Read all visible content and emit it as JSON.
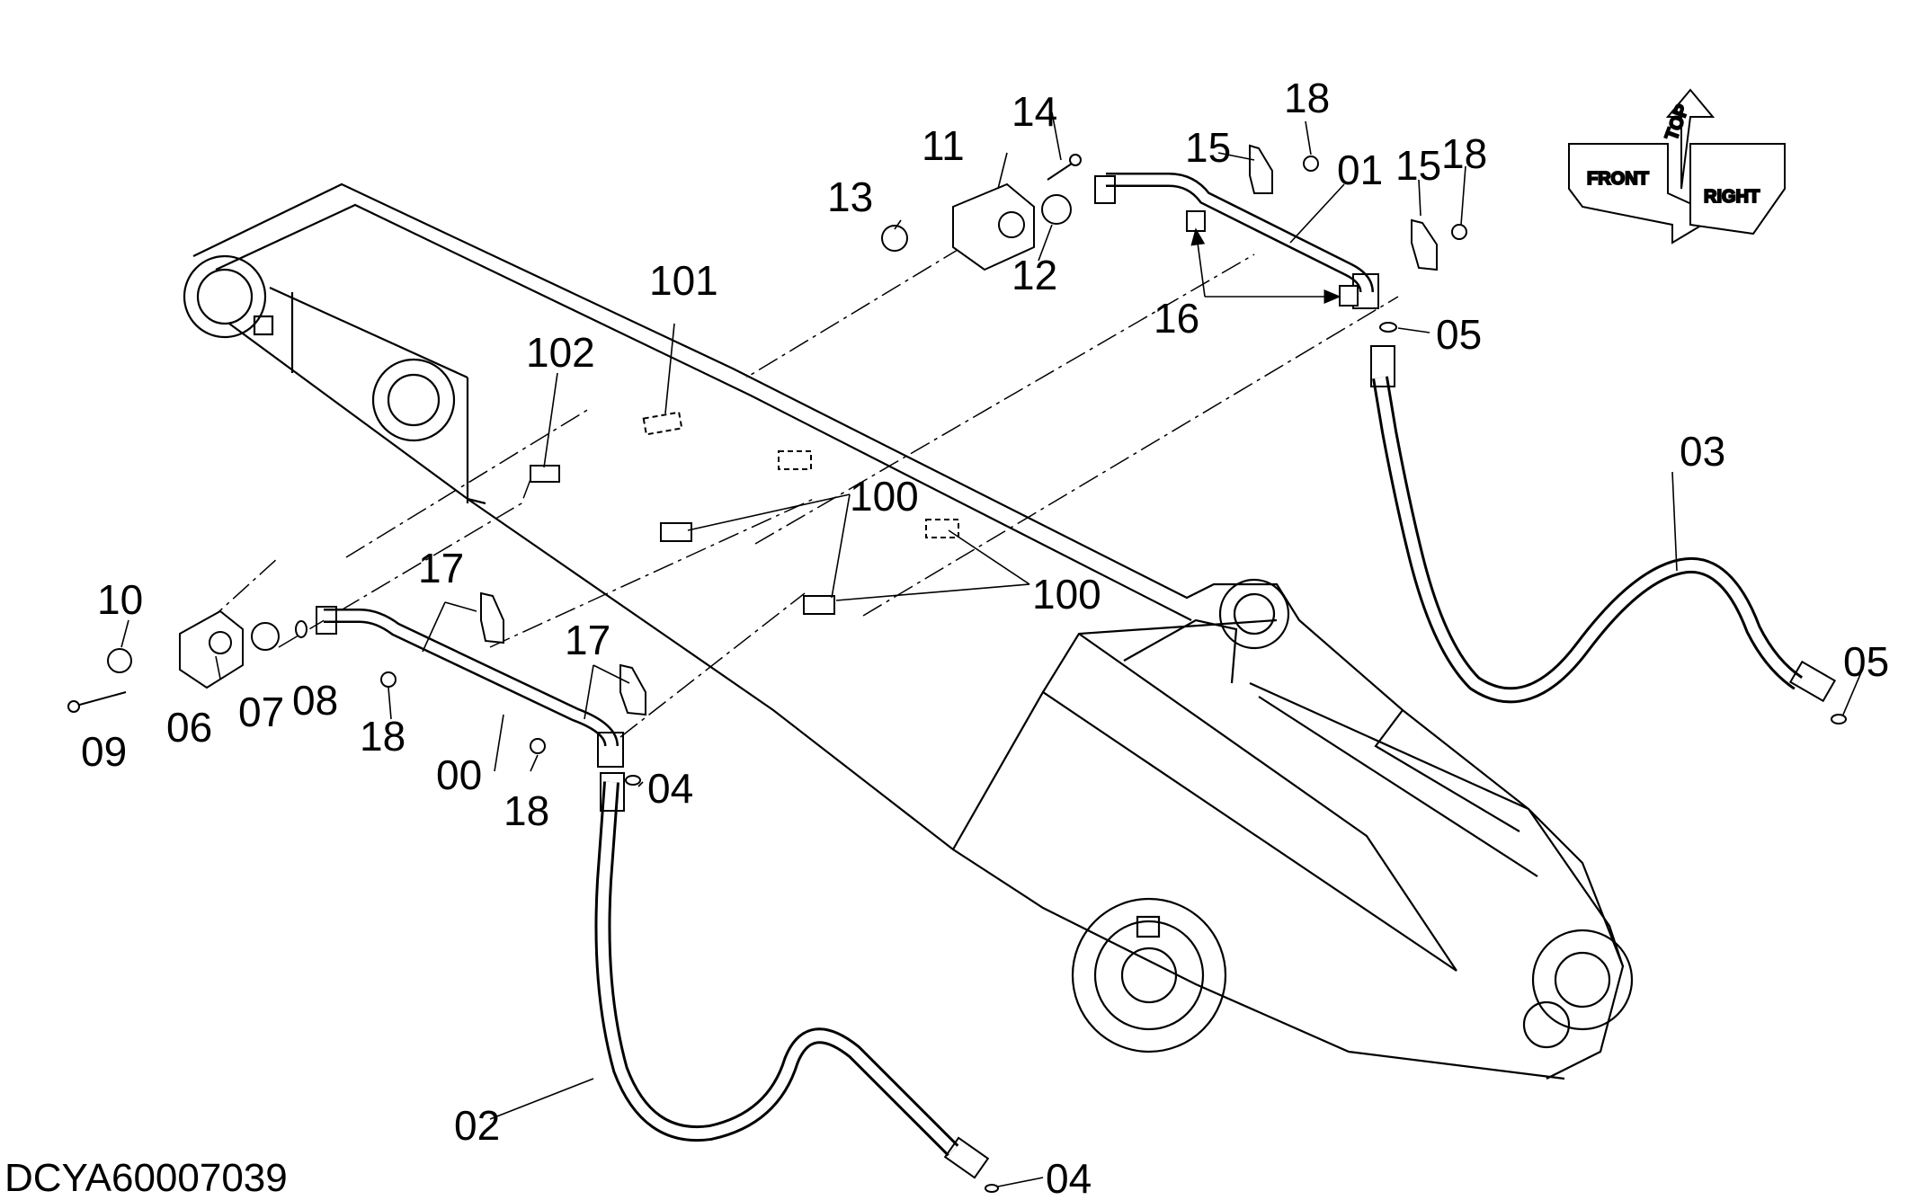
{
  "document_id": "DCYA60007039",
  "orientation": {
    "front": "FRONT",
    "top": "TOP",
    "right": "RIGHT"
  },
  "callouts": [
    {
      "id": "l00",
      "text": "00"
    },
    {
      "id": "l01",
      "text": "01"
    },
    {
      "id": "l02",
      "text": "02"
    },
    {
      "id": "l03",
      "text": "03"
    },
    {
      "id": "l04a",
      "text": "04"
    },
    {
      "id": "l04b",
      "text": "04"
    },
    {
      "id": "l05a",
      "text": "05"
    },
    {
      "id": "l05b",
      "text": "05"
    },
    {
      "id": "l06",
      "text": "06"
    },
    {
      "id": "l07",
      "text": "07"
    },
    {
      "id": "l08",
      "text": "08"
    },
    {
      "id": "l09",
      "text": "09"
    },
    {
      "id": "l10",
      "text": "10"
    },
    {
      "id": "l11",
      "text": "11"
    },
    {
      "id": "l12",
      "text": "12"
    },
    {
      "id": "l13",
      "text": "13"
    },
    {
      "id": "l14",
      "text": "14"
    },
    {
      "id": "l15a",
      "text": "15"
    },
    {
      "id": "l15b",
      "text": "15"
    },
    {
      "id": "l16",
      "text": "16"
    },
    {
      "id": "l17a",
      "text": "17"
    },
    {
      "id": "l17b",
      "text": "17"
    },
    {
      "id": "l18a",
      "text": "18"
    },
    {
      "id": "l18b",
      "text": "18"
    },
    {
      "id": "l18c",
      "text": "18"
    },
    {
      "id": "l18d",
      "text": "18"
    },
    {
      "id": "l100a",
      "text": "100"
    },
    {
      "id": "l100b",
      "text": "100"
    },
    {
      "id": "l101",
      "text": "101"
    },
    {
      "id": "l102",
      "text": "102"
    }
  ]
}
